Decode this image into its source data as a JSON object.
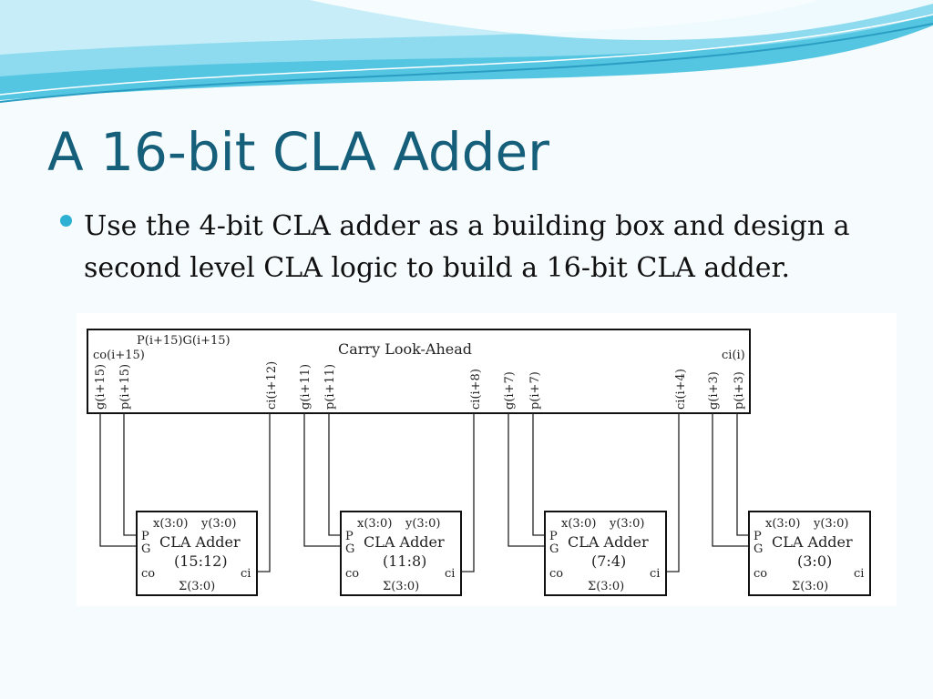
{
  "slide": {
    "title": "A 16-bit CLA Adder",
    "bullet": "Use the 4-bit CLA adder as a building box and design a second level CLA logic to build a 16-bit CLA adder."
  },
  "diagram": {
    "top_block": {
      "title": "Carry Look-Ahead",
      "pg_out": "P(i+15)G(i+15)",
      "carry_out": "co(i+15)",
      "carry_in": "ci(i)"
    },
    "adders": [
      {
        "title": "CLA Adder",
        "range": "(15:12)",
        "x": "x(3:0)",
        "y": "y(3:0)",
        "p": "P",
        "g": "G",
        "co": "co",
        "ci": "ci",
        "sum": "Σ(3:0)",
        "g_sig": "g(i+15)",
        "p_sig": "p(i+15)",
        "ci_sig": "ci(i+12)"
      },
      {
        "title": "CLA Adder",
        "range": "(11:8)",
        "x": "x(3:0)",
        "y": "y(3:0)",
        "p": "P",
        "g": "G",
        "co": "co",
        "ci": "ci",
        "sum": "Σ(3:0)",
        "g_sig": "g(i+11)",
        "p_sig": "p(i+11)",
        "ci_sig": "ci(i+8)"
      },
      {
        "title": "CLA Adder",
        "range": "(7:4)",
        "x": "x(3:0)",
        "y": "y(3:0)",
        "p": "P",
        "g": "G",
        "co": "co",
        "ci": "ci",
        "sum": "Σ(3:0)",
        "g_sig": "g(i+7)",
        "p_sig": "p(i+7)",
        "ci_sig": "ci(i+4)"
      },
      {
        "title": "CLA Adder",
        "range": "(3:0)",
        "x": "x(3:0)",
        "y": "y(3:0)",
        "p": "P",
        "g": "G",
        "co": "co",
        "ci": "ci",
        "sum": "Σ(3:0)",
        "g_sig": "g(i+3)",
        "p_sig": "p(i+3)",
        "ci_sig": ""
      }
    ]
  }
}
